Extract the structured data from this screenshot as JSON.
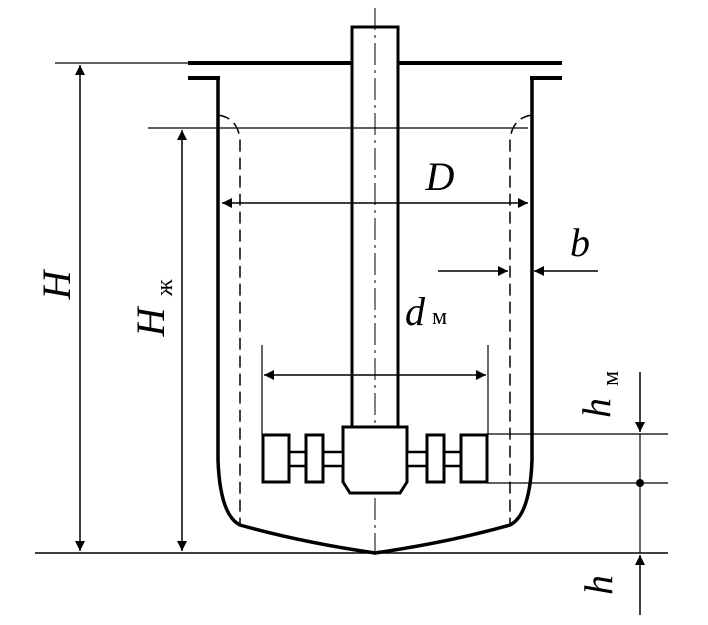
{
  "labels": {
    "H": "H",
    "H_liquid": "H",
    "H_liquid_sub": "ж",
    "D": "D",
    "b": "b",
    "d_m": "d",
    "d_m_sub": "м",
    "h_m": "h",
    "h_m_sub": "м",
    "h": "h"
  },
  "colors": {
    "line": "#000000",
    "background": "#ffffff"
  }
}
